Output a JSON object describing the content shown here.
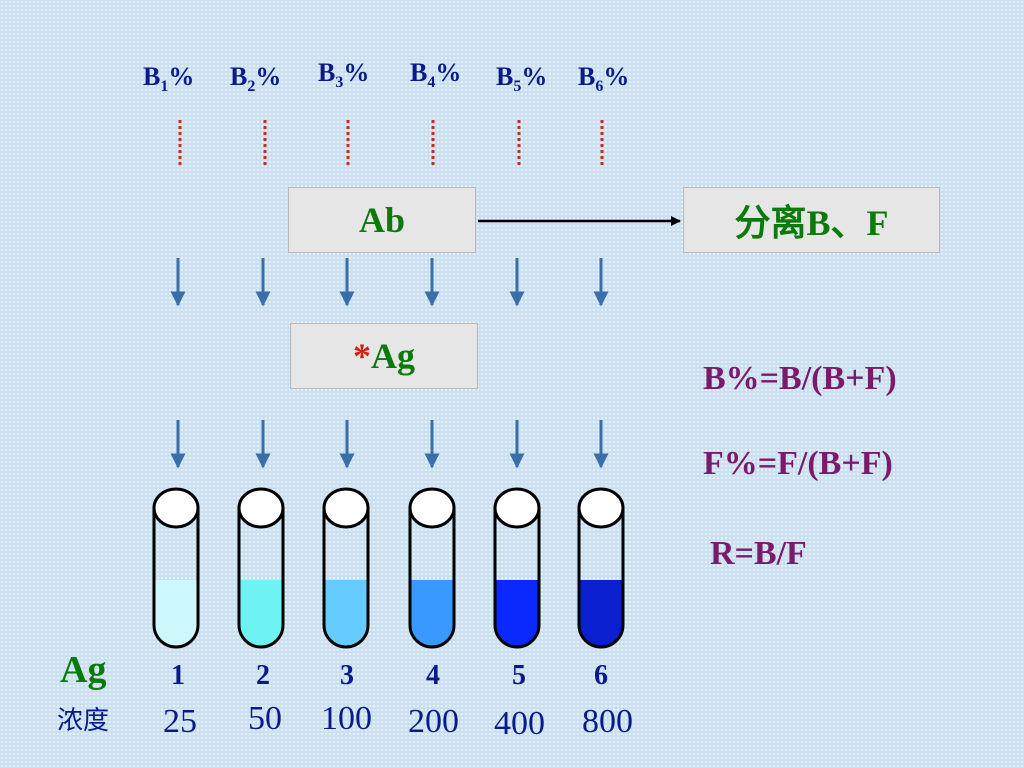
{
  "b_percent_labels": [
    {
      "base": "B",
      "sub": "1",
      "suffix": "%"
    },
    {
      "base": "B",
      "sub": "2",
      "suffix": "%"
    },
    {
      "base": "B",
      "sub": "3",
      "suffix": "%"
    },
    {
      "base": "B",
      "sub": "4",
      "suffix": "%"
    },
    {
      "base": "B",
      "sub": "5",
      "suffix": "%"
    },
    {
      "base": "B",
      "sub": "6",
      "suffix": "%"
    }
  ],
  "ab_box": "Ab",
  "separate_box": "分离B、F",
  "ag_box": {
    "star": "*",
    "label": "Ag"
  },
  "formulas": {
    "b_percent": "B%=B/(B+F)",
    "f_percent": "F%=F/(B+F)",
    "ratio": "R=B/F"
  },
  "ag_label": "Ag",
  "concentration_label": "浓度",
  "tubes": [
    {
      "number": "1",
      "concentration": "25",
      "fill_color": "#ccf7fb"
    },
    {
      "number": "2",
      "concentration": "50",
      "fill_color": "#6ff2f2"
    },
    {
      "number": "3",
      "concentration": "100",
      "fill_color": "#66ccff"
    },
    {
      "number": "4",
      "concentration": "200",
      "fill_color": "#3a99ff"
    },
    {
      "number": "5",
      "concentration": "400",
      "fill_color": "#0a28ff"
    },
    {
      "number": "6",
      "concentration": "800",
      "fill_color": "#0a1fd0"
    }
  ],
  "colors": {
    "arrow": "#3a6ea8",
    "dotted": "#c0301a",
    "tube_outline": "#000000"
  }
}
